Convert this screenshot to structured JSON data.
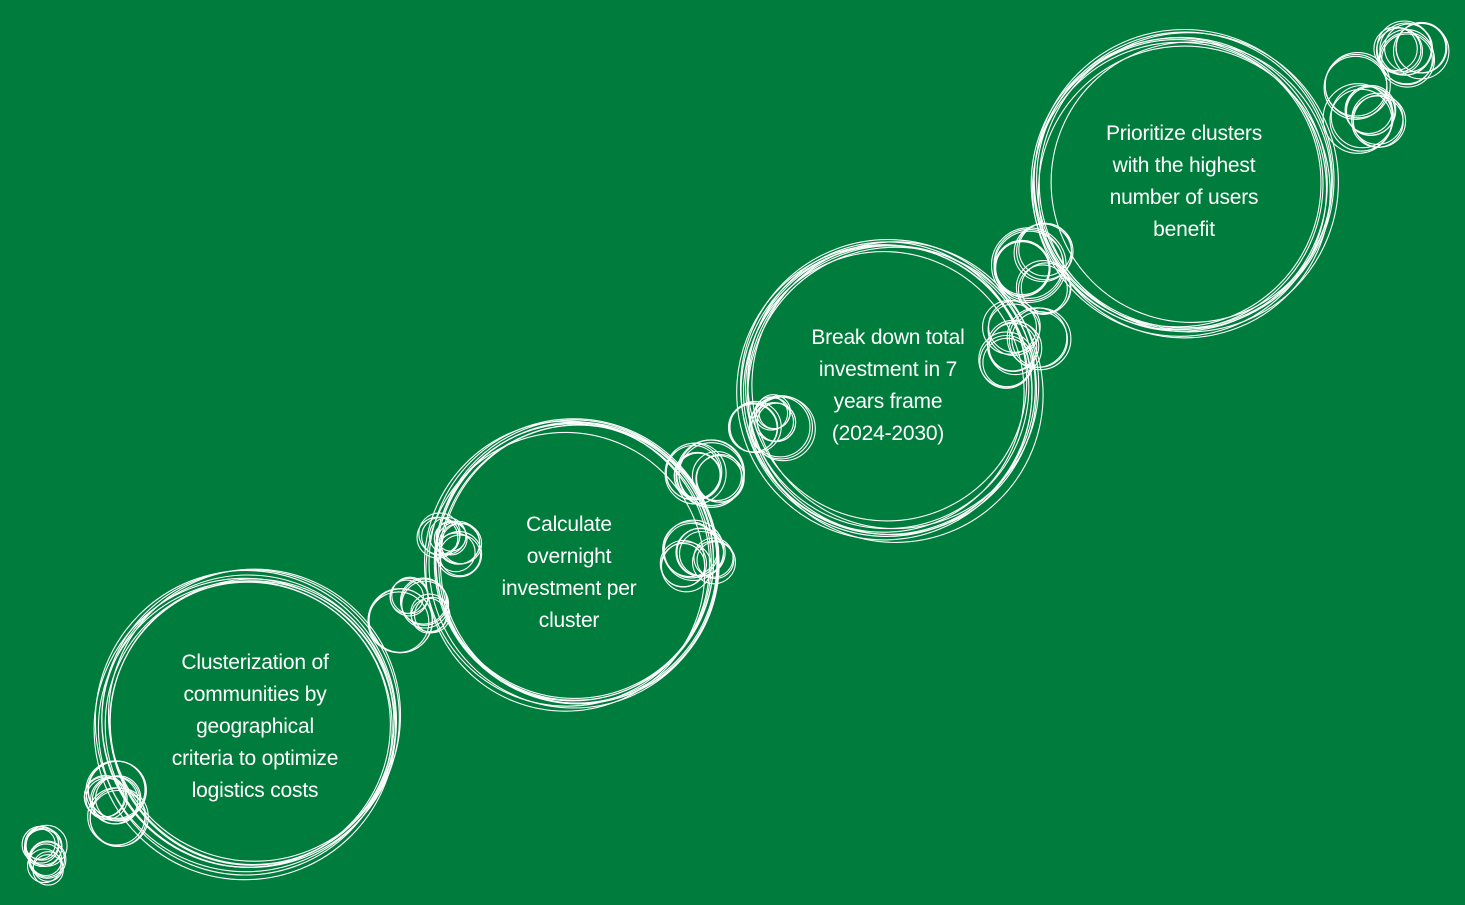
{
  "colors": {
    "background": "#007d3c",
    "stroke": "#ffffff",
    "text": "#ffffff"
  },
  "steps": [
    {
      "lines": [
        "Clusterization of",
        "communities by",
        "geographical",
        "criteria to optimize",
        "logistics costs"
      ]
    },
    {
      "lines": [
        "Calculate",
        "overnight",
        "investment per",
        "cluster"
      ]
    },
    {
      "lines": [
        "Break down total",
        "investment in 7",
        "years frame",
        "(2024-2030)"
      ]
    },
    {
      "lines": [
        "Prioritize clusters",
        "with the highest",
        "number of users",
        "benefit"
      ]
    }
  ]
}
